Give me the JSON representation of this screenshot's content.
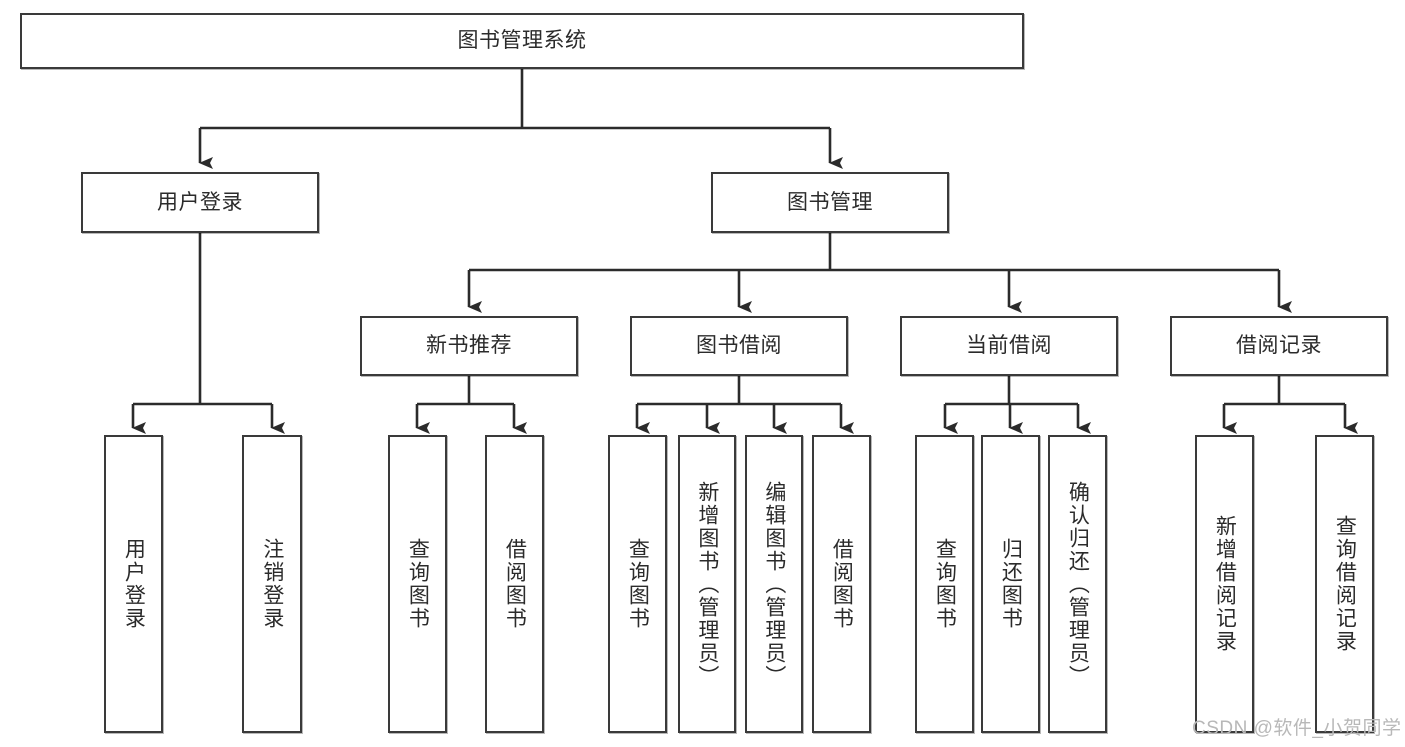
{
  "diagram": {
    "title": "图书管理系统",
    "type": "tree-hierarchy-chart",
    "orientation": "top-down",
    "colors": {
      "box_border": "#3a3a3a",
      "box_fill": "#ffffff",
      "text": "#2b2b2b",
      "edge": "#2b2b2b",
      "watermark": "#b8b8b8"
    },
    "nodes": {
      "root": {
        "label": "图书管理系统",
        "level": 1,
        "orientation": "horizontal"
      },
      "l2": [
        {
          "id": "user-login",
          "label": "用户登录",
          "level": 2,
          "orientation": "horizontal"
        },
        {
          "id": "book-management",
          "label": "图书管理",
          "level": 2,
          "orientation": "horizontal"
        }
      ],
      "l3": [
        {
          "id": "new-book-recommend",
          "label": "新书推荐",
          "level": 3,
          "orientation": "horizontal"
        },
        {
          "id": "book-borrow",
          "label": "图书借阅",
          "level": 3,
          "orientation": "horizontal"
        },
        {
          "id": "current-borrow",
          "label": "当前借阅",
          "level": 3,
          "orientation": "horizontal"
        },
        {
          "id": "borrow-record",
          "label": "借阅记录",
          "level": 3,
          "orientation": "horizontal"
        }
      ],
      "leaves": [
        {
          "id": "leaf-user-login",
          "label": "用户登录",
          "parent": "user-login",
          "orientation": "vertical"
        },
        {
          "id": "leaf-logout-login",
          "label": "注销登录",
          "parent": "user-login",
          "orientation": "vertical"
        },
        {
          "id": "leaf-query-book-1",
          "label": "查询图书",
          "parent": "new-book-recommend",
          "orientation": "vertical"
        },
        {
          "id": "leaf-borrow-book-1",
          "label": "借阅图书",
          "parent": "new-book-recommend",
          "orientation": "vertical"
        },
        {
          "id": "leaf-query-book-2",
          "label": "查询图书",
          "parent": "book-borrow",
          "orientation": "vertical"
        },
        {
          "id": "leaf-add-book",
          "label": "新增图书（管理员）",
          "parent": "book-borrow",
          "orientation": "vertical"
        },
        {
          "id": "leaf-edit-book",
          "label": "编辑图书（管理员）",
          "parent": "book-borrow",
          "orientation": "vertical"
        },
        {
          "id": "leaf-borrow-book-2",
          "label": "借阅图书",
          "parent": "book-borrow",
          "orientation": "vertical"
        },
        {
          "id": "leaf-query-book-3",
          "label": "查询图书",
          "parent": "current-borrow",
          "orientation": "vertical"
        },
        {
          "id": "leaf-return-book",
          "label": "归还图书",
          "parent": "current-borrow",
          "orientation": "vertical"
        },
        {
          "id": "leaf-confirm-return",
          "label": "确认归还（管理员）",
          "parent": "current-borrow",
          "orientation": "vertical"
        },
        {
          "id": "leaf-add-record",
          "label": "新增借阅记录",
          "parent": "borrow-record",
          "orientation": "vertical"
        },
        {
          "id": "leaf-query-record",
          "label": "查询借阅记录",
          "parent": "borrow-record",
          "orientation": "vertical"
        }
      ]
    },
    "watermark": "CSDN @软件_小贺同学"
  }
}
